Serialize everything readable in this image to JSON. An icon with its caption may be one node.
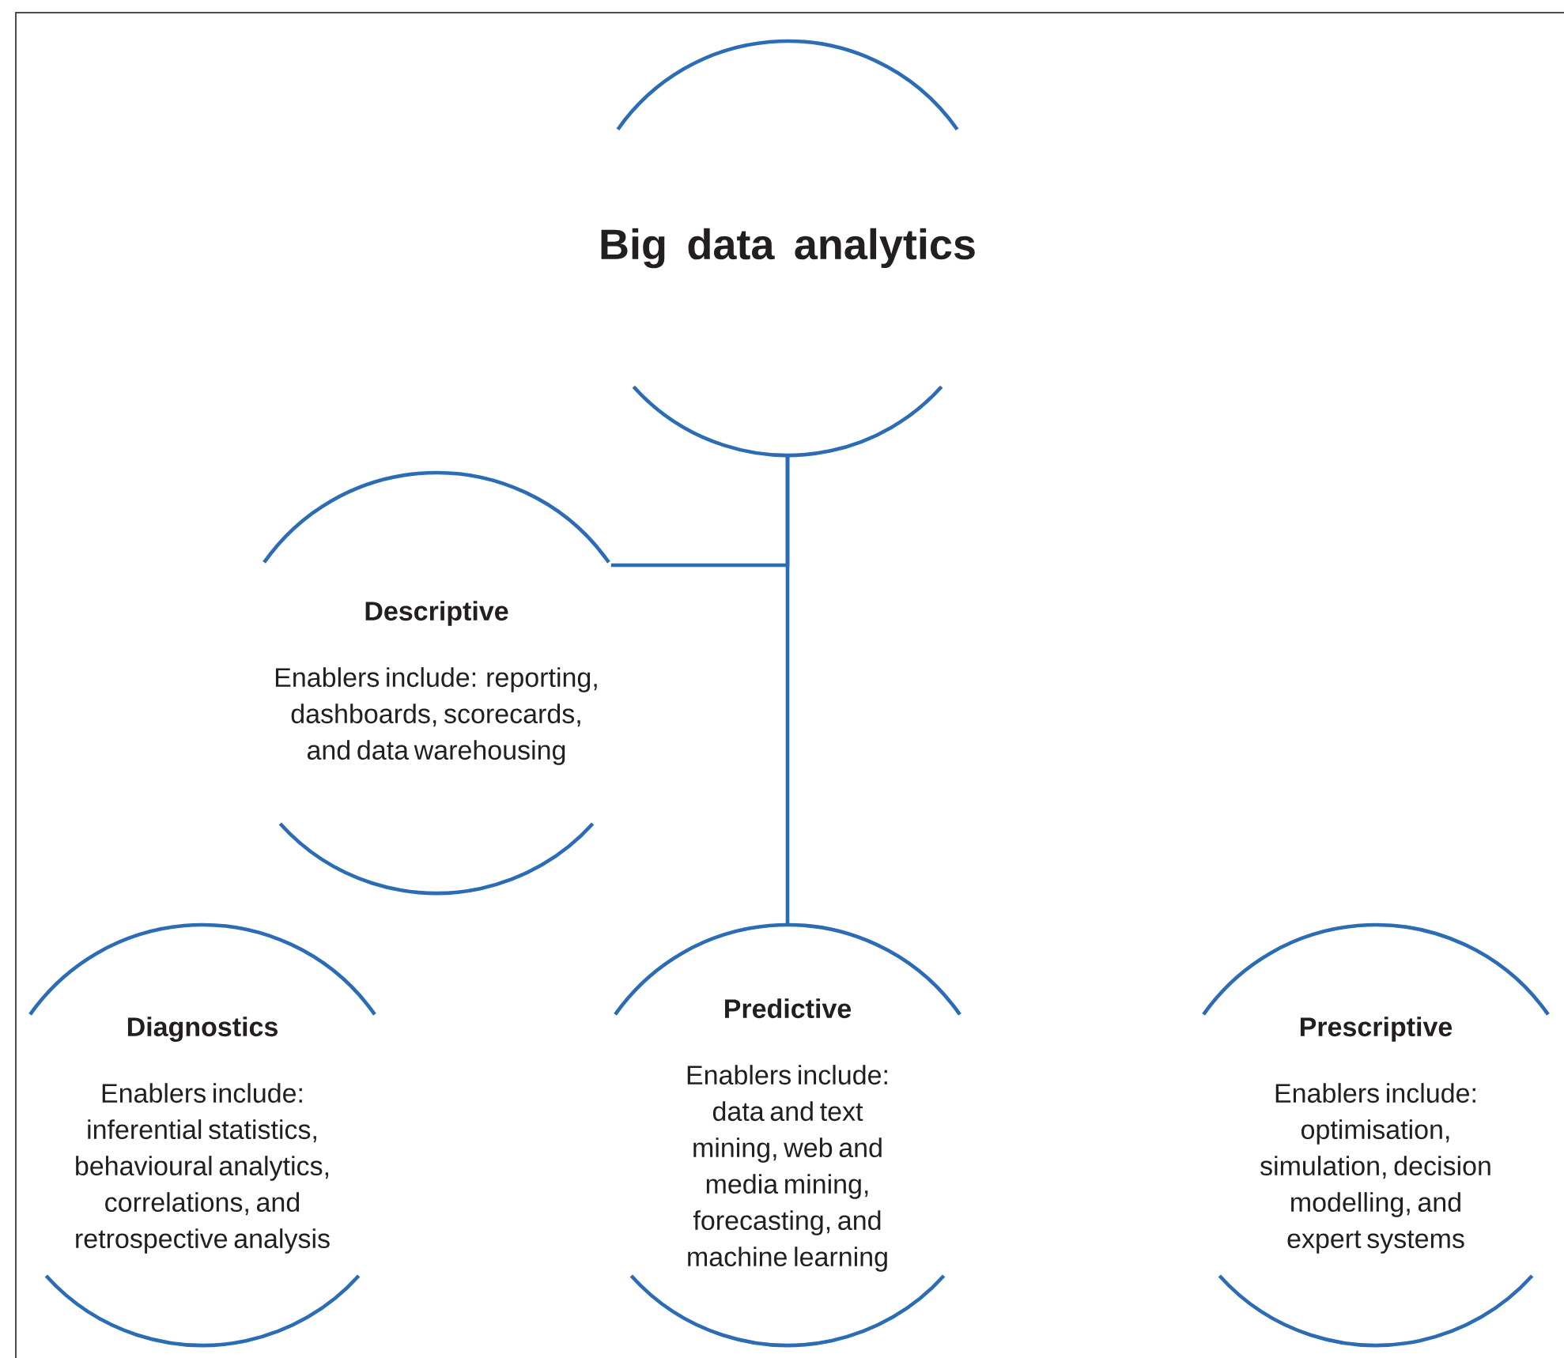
{
  "diagram": {
    "nodes": [
      {
        "text": [
          "Big data analytics"
        ]
      },
      {
        "text": [
          "Descriptive",
          "Enablers include: reporting, dashboards, scorecards, and data warehousing"
        ]
      },
      {
        "text": [
          "Diagnostics",
          "Enablers include: inferential statistics, behavioural analytics, correlations, and retrospective analysis"
        ]
      },
      {
        "text": [
          "Predictive",
          "Enablers include: data and text mining, web and media mining, forecasting, and machine learning"
        ]
      },
      {
        "text": [
          "Prescriptive",
          "Enablers include: optimisation, simulation, decision modelling, and expert systems"
        ]
      }
    ],
    "edges": [
      {
        "from": 0,
        "to": 3,
        "arrow": "none"
      },
      {
        "from": 0,
        "to": 1,
        "arrow": "none"
      }
    ]
  }
}
